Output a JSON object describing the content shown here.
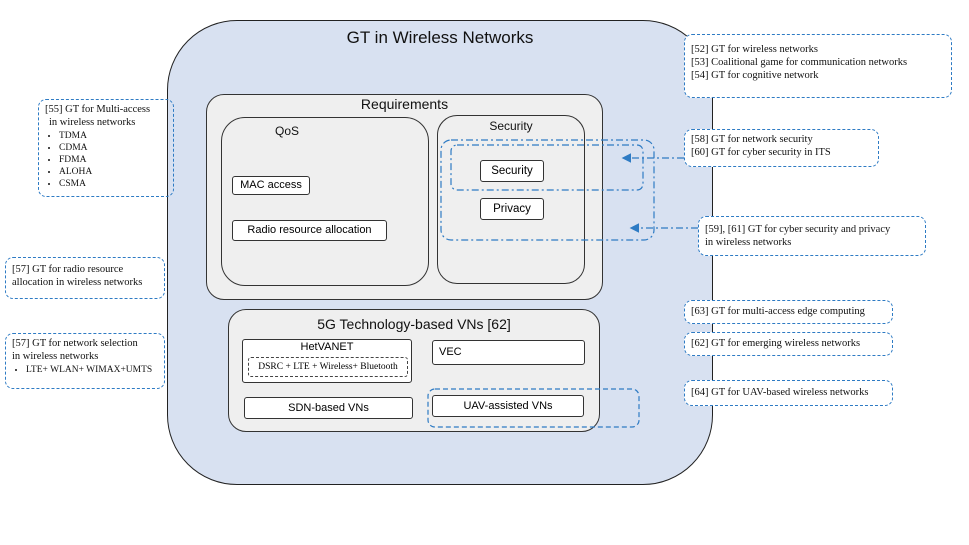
{
  "main": {
    "title": "GT in Wireless Networks"
  },
  "requirements": {
    "title": "Requirements",
    "qos": {
      "title": "QoS",
      "items": [
        "MAC  access",
        "Radio resource allocation"
      ]
    },
    "security": {
      "title": "Security",
      "items": [
        "Security",
        "Privacy"
      ]
    }
  },
  "technology": {
    "title": "5G Technology-based VNs [62]",
    "hetvanet": {
      "title": "HetVANET",
      "inner": "DSRC + LTE + Wireless+ Bluetooth"
    },
    "vec": "VEC",
    "sdn": "SDN-based VNs",
    "uav": "UAV-assisted VNs"
  },
  "refs": {
    "r52": [
      "[52] GT for wireless networks",
      "[53] Coalitional game for communication networks",
      "[54] GT for cognitive network"
    ],
    "r55": {
      "title1": "[55] GT for Multi-access",
      "title2": "in wireless networks",
      "items": [
        "TDMA",
        "CDMA",
        "FDMA",
        "ALOHA",
        "CSMA"
      ]
    },
    "r58": [
      "[58] GT for network security",
      "[60] GT for cyber  security in ITS"
    ],
    "r59": [
      "[59], [61] GT for cyber security and privacy",
      "in wireless networks"
    ],
    "r57a": [
      "[57] GT for radio resource",
      "allocation in wireless networks"
    ],
    "r57b": {
      "title1": "[57] GT for network selection",
      "title2": "in wireless networks",
      "items": [
        "LTE+ WLAN+ WIMAX+UMTS"
      ]
    },
    "r63": "[63] GT for multi-access edge computing",
    "r62": "[62] GT for emerging wireless networks",
    "r64": "[64] GT for UAV-based wireless networks"
  },
  "colors": {
    "panel": "#d8e1f1",
    "box": "#efefef",
    "link": "#2e7bc4"
  }
}
